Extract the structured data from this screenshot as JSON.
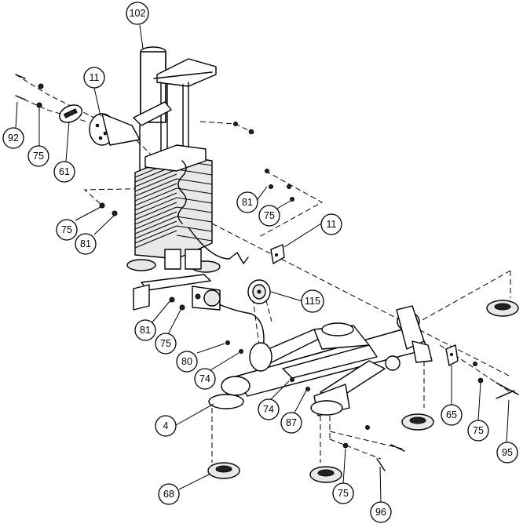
{
  "callouts": {
    "c102": "102",
    "c11a": "11",
    "c92": "92",
    "c75a": "75",
    "c61": "61",
    "c75b": "75",
    "c81a": "81",
    "c81b": "81",
    "c75c": "75",
    "c11b": "11",
    "c115": "115",
    "c81c": "81",
    "c75d": "75",
    "c80": "80",
    "c74a": "74",
    "c74b": "74",
    "c87": "87",
    "c4": "4",
    "c65": "65",
    "c75e": "75",
    "c95": "95",
    "c68": "68",
    "c75f": "75",
    "c96": "96"
  }
}
